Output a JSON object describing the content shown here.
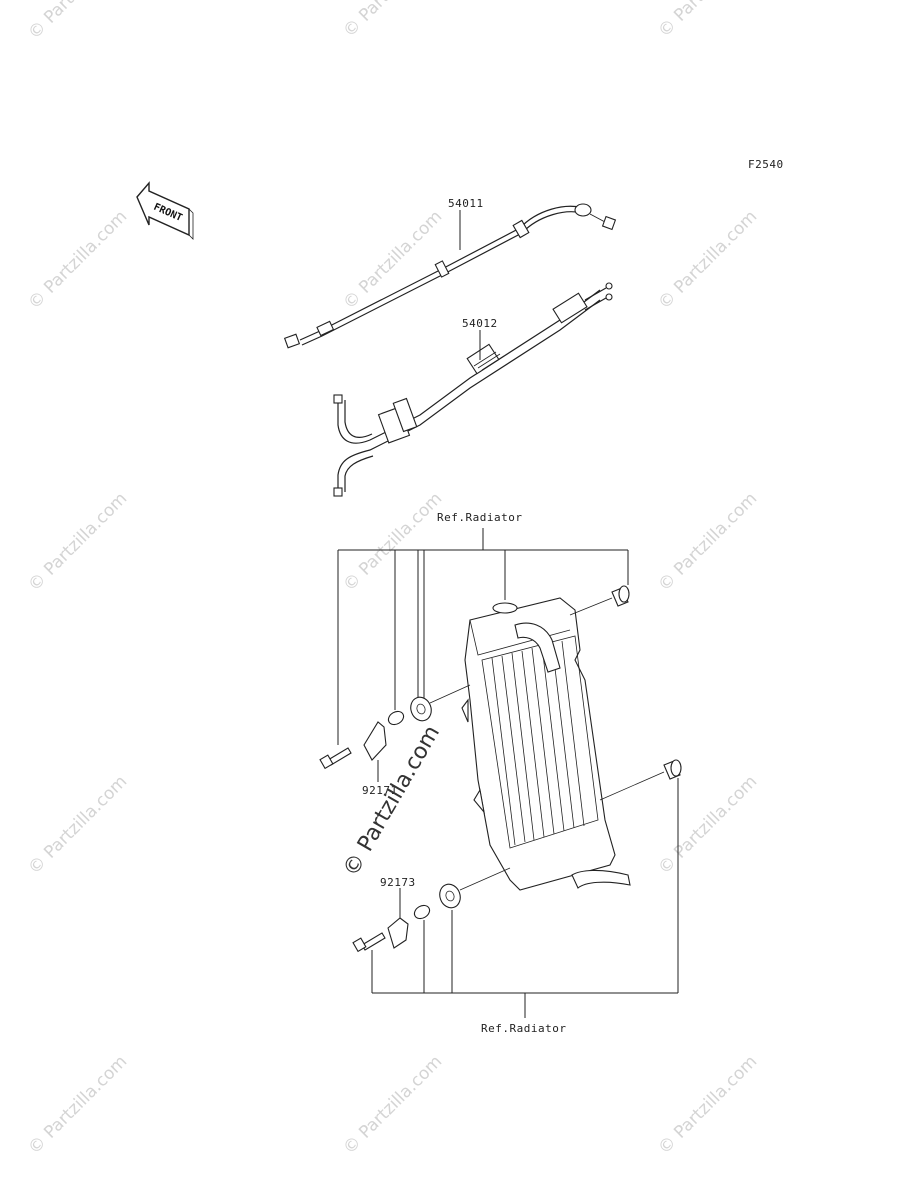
{
  "diagram_code": "F2540",
  "front_label": "FRONT",
  "watermark": "© Partzilla.com",
  "watermark_center": "© Partzilla.com",
  "parts": {
    "throttle_cable": "54011",
    "choke_cable": "54012",
    "bracket_upper": "92171",
    "bracket_lower": "92173"
  },
  "refs": {
    "radiator_top": "Ref.Radiator",
    "radiator_bottom": "Ref.Radiator"
  }
}
